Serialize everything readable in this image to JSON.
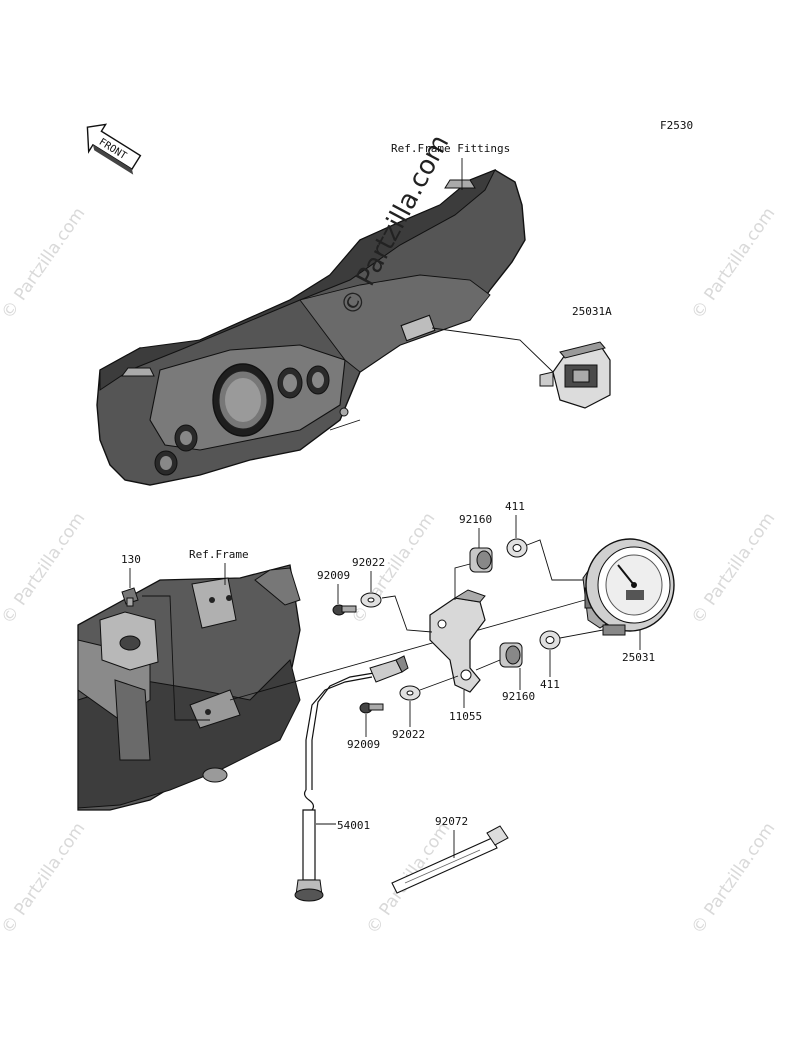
{
  "diagram_code": "F2530",
  "front_arrow": "FRONT",
  "watermark_main": "© Partzilla.com",
  "watermark_repeat": "© Partzilla.com",
  "labels": {
    "ref_frame_fittings": "Ref.Frame Fittings",
    "ref_frame": "Ref.Frame",
    "p25031A": "25031A",
    "p130": "130",
    "p92160_top": "92160",
    "p411_top": "411",
    "p92022_top": "92022",
    "p92009_top": "92009",
    "p25031": "25031",
    "p411_bottom": "411",
    "p92160_bottom": "92160",
    "p11055": "11055",
    "p92022_bottom": "92022",
    "p92009_bottom": "92009",
    "p54001": "54001",
    "p92072": "92072"
  },
  "colors": {
    "body_dark": "#4a4a4a",
    "body_mid": "#6e6e6e",
    "body_light": "#9a9a9a",
    "part_light": "#d6d6d6",
    "watermark": "#d9d9d9"
  }
}
